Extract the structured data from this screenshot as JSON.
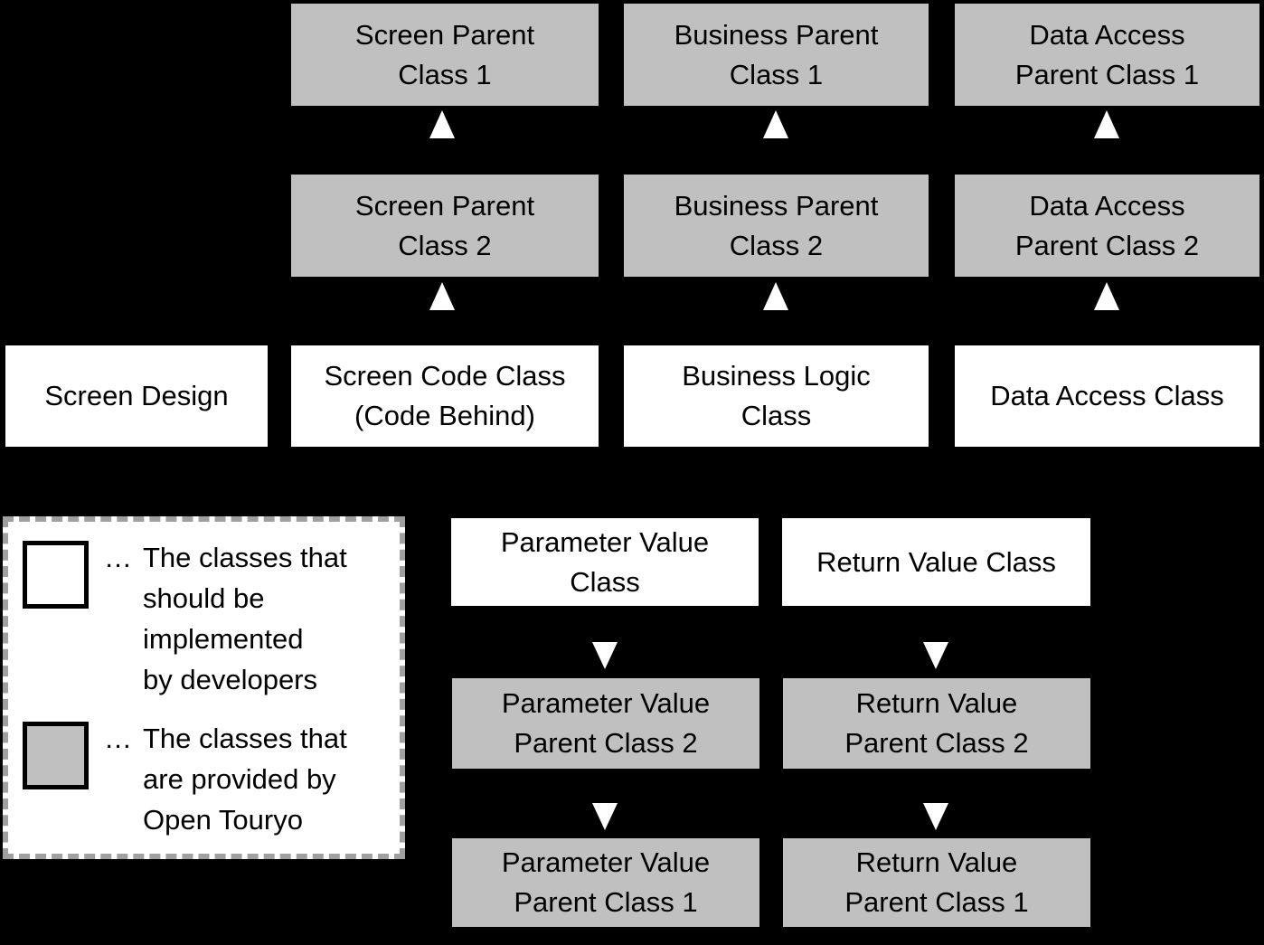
{
  "colors": {
    "background": "#000000",
    "box_gray_fill": "#C0C0C0",
    "box_white_fill": "#FFFFFF",
    "text": "#000000",
    "arrow": "#FFFFFF",
    "legend_border": "#A0A0A0"
  },
  "boxes": {
    "screen_parent_1": {
      "label": "Screen Parent\nClass 1",
      "variant": "gray"
    },
    "business_parent_1": {
      "label": "Business Parent\nClass 1",
      "variant": "gray"
    },
    "data_access_parent_1": {
      "label": "Data Access\nParent Class 1",
      "variant": "gray"
    },
    "screen_parent_2": {
      "label": "Screen Parent\nClass 2",
      "variant": "gray"
    },
    "business_parent_2": {
      "label": "Business Parent\nClass 2",
      "variant": "gray"
    },
    "data_access_parent_2": {
      "label": "Data Access\nParent Class 2",
      "variant": "gray"
    },
    "screen_design": {
      "label": "Screen Design",
      "variant": "white"
    },
    "screen_code_class": {
      "label": "Screen Code Class\n(Code Behind)",
      "variant": "white"
    },
    "business_logic_class": {
      "label": "Business Logic\nClass",
      "variant": "white"
    },
    "data_access_class": {
      "label": "Data Access Class",
      "variant": "white"
    },
    "parameter_value_class": {
      "label": "Parameter Value\nClass",
      "variant": "white"
    },
    "return_value_class": {
      "label": "Return Value Class",
      "variant": "white"
    },
    "parameter_value_parent_2": {
      "label": "Parameter Value\nParent Class 2",
      "variant": "gray"
    },
    "return_value_parent_2": {
      "label": "Return Value\nParent Class 2",
      "variant": "gray"
    },
    "parameter_value_parent_1": {
      "label": "Parameter Value\nParent Class 1",
      "variant": "gray"
    },
    "return_value_parent_1": {
      "label": "Return Value\nParent Class 1",
      "variant": "gray"
    }
  },
  "legend": {
    "items": [
      {
        "swatch": "white",
        "prefix": "…",
        "text": "The classes that\nshould be\nimplemented\nby developers"
      },
      {
        "swatch": "gray",
        "prefix": "…",
        "text": "The classes that\nare provided by\nOpen Touryo"
      }
    ]
  }
}
